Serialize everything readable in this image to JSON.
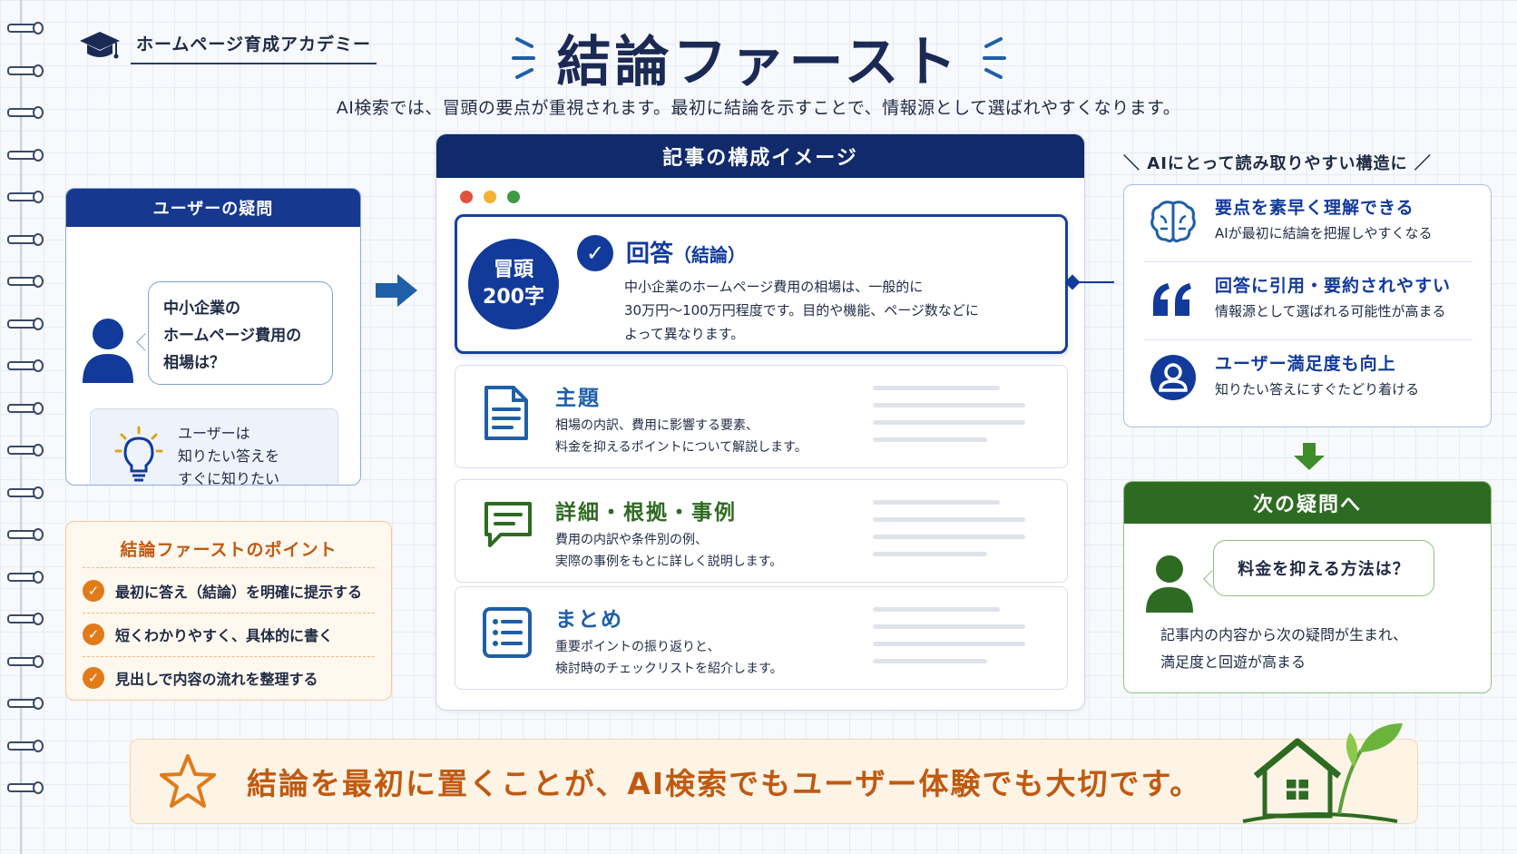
{
  "academy": {
    "name": "ホームページ育成アカデミー",
    "icon": "graduation-cap-icon"
  },
  "title": "結論ファースト",
  "subtitle": "AI検索では、冒頭の要点が重視されます。最初に結論を示すことで、情報源として選ばれやすくなります。",
  "user_question": {
    "header": "ユーザーの疑問",
    "bubble": [
      "中小企業の",
      "ホームページ費用の",
      "相場は？"
    ],
    "tip": [
      "ユーザーは",
      "知りたい答えを",
      "すぐに知りたい"
    ],
    "icons": [
      "user-icon",
      "lightbulb-icon"
    ]
  },
  "points": {
    "title": "結論ファーストのポイント",
    "items": [
      "最初に答え（結論）を明確に提示する",
      "短くわかりやすく、具体的に書く",
      "見出しで内容の流れを整理する"
    ]
  },
  "article": {
    "header": "記事の構成イメージ",
    "badge": [
      "冒頭",
      "200字"
    ],
    "answer": {
      "title": "回答",
      "title_note": "（結論）",
      "text": [
        "中小企業のホームページ費用の相場は、一般的に",
        "30万円〜100万円程度です。目的や機能、ページ数などに",
        "よって異なります。"
      ]
    },
    "sections": [
      {
        "title": "主題",
        "text": [
          "相場の内訳、費用に影響する要素、",
          "料金を抑えるポイントについて解説します。"
        ],
        "color": "#1f5fa8",
        "icon": "document-icon"
      },
      {
        "title": "詳細・根拠・事例",
        "text": [
          "費用の内訳や条件別の例、",
          "実際の事例をもとに詳しく説明します。"
        ],
        "color": "#2e6b22",
        "icon": "chat-icon"
      },
      {
        "title": "まとめ",
        "text": [
          "重要ポイントの振り返りと、",
          "検討時のチェックリストを紹介します。"
        ],
        "color": "#1f5fa8",
        "icon": "list-icon"
      }
    ]
  },
  "benefits": {
    "caption": "＼ AIにとって読み取りやすい構造に ／",
    "items": [
      {
        "title": "要点を素早く理解できる",
        "text": "AIが最初に結論を把握しやすくなる",
        "icon": "brain-icon"
      },
      {
        "title": "回答に引用・要約されやすい",
        "text": "情報源として選ばれる可能性が高まる",
        "icon": "quote-icon"
      },
      {
        "title": "ユーザー満足度も向上",
        "text": "知りたい答えにすぐたどり着ける",
        "icon": "user-circle-icon"
      }
    ]
  },
  "next_question": {
    "header": "次の疑問へ",
    "bubble": "料金を抑える方法は？",
    "text": [
      "記事内の内容から次の疑問が生まれ、",
      "満足度と回遊が高まる"
    ],
    "icon": "user-icon"
  },
  "banner": {
    "text": "結論を最初に置くことが、AI検索でもユーザー体験でも大切です。",
    "icons": [
      "star-icon",
      "house-icon"
    ]
  },
  "colors": {
    "navy": "#102a6b",
    "blue": "#123a9a",
    "green": "#2e6b22",
    "orange": "#c05a11"
  }
}
